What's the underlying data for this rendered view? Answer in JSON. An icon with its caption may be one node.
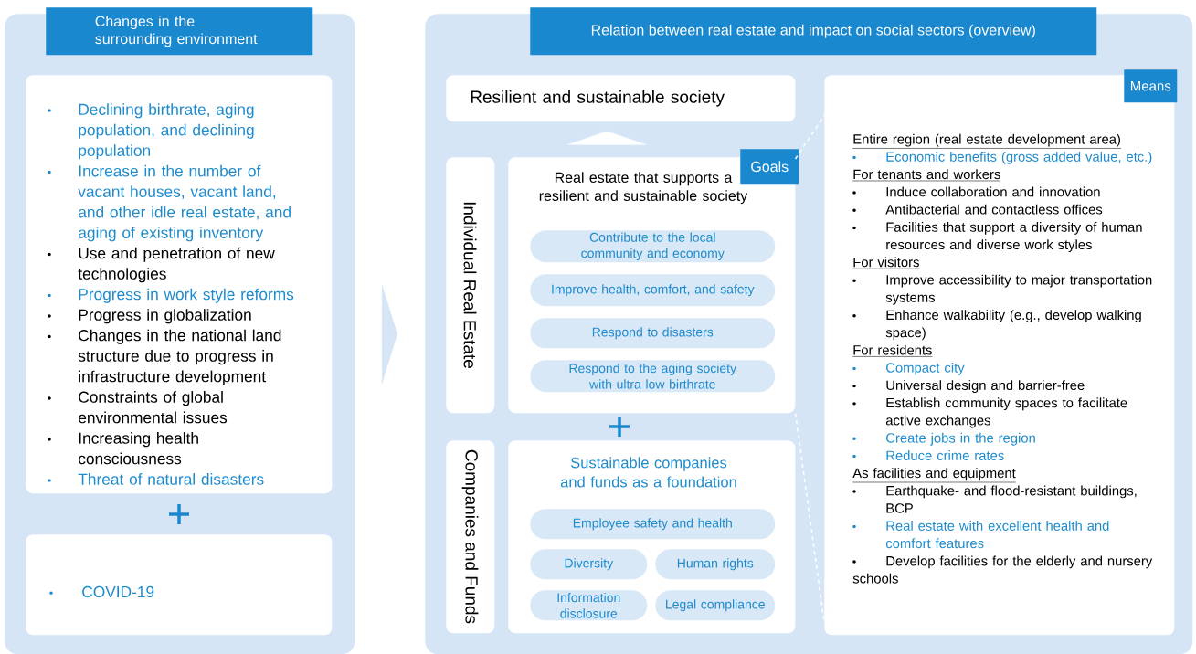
{
  "diagram": {
    "nodes": [
      {
        "text": [
          "Changes in the surrounding environment"
        ]
      },
      {
        "text": [
          "Declining birthrate, aging population, and declining population",
          "Increase in the number of vacant houses, vacant land, and other idle real estate, and aging of existing inventory",
          "Use and penetration of new technologies",
          "Progress in work style reforms",
          "Progress in globalization",
          "Changes in the national land structure due to progress in infrastructure development",
          "Constraints of global environmental issues",
          "Increasing health consciousness",
          "Threat of natural disasters"
        ],
        "in": 0
      },
      {
        "text": [
          "COVID-19"
        ],
        "in": 0
      },
      {
        "text": [
          "Relation between real estate and impact on social sectors (overview)"
        ]
      },
      {
        "text": [
          "Resilient and sustainable society"
        ],
        "in": 3
      },
      {
        "text": [
          "Individual Real Estate"
        ],
        "in": 3
      },
      {
        "text": [
          "Goals",
          "Real estate that supports a resilient and sustainable society"
        ],
        "in": 3
      },
      {
        "text": [
          "Contribute to the local community and economy"
        ],
        "in": 6
      },
      {
        "text": [
          "Improve health, comfort, and safety"
        ],
        "in": 6
      },
      {
        "text": [
          "Respond to disasters"
        ],
        "in": 6
      },
      {
        "text": [
          "Respond to the aging society with ultra low birthrate"
        ],
        "in": 6
      },
      {
        "text": [
          "Companies and Funds"
        ],
        "in": 3
      },
      {
        "text": [
          "Sustainable companies and funds as a foundation"
        ],
        "in": 3
      },
      {
        "text": [
          "Employee safety and health"
        ],
        "in": 12
      },
      {
        "text": [
          "Diversity"
        ],
        "in": 12
      },
      {
        "text": [
          "Human rights"
        ],
        "in": 12
      },
      {
        "text": [
          "Information disclosure"
        ],
        "in": 12
      },
      {
        "text": [
          "Legal compliance"
        ],
        "in": 12
      },
      {
        "text": [
          "Means",
          "Entire region (real estate development area)",
          "Economic benefits (gross added value, etc.)",
          "For tenants and workers",
          "Induce collaboration and innovation",
          "Antibacterial and contactless offices",
          "Facilities that support a diversity of human resources and diverse work styles",
          "For visitors",
          "Improve accessibility to major transportation systems",
          "Enhance walkability (e.g., develop walking space)",
          "For residents",
          "Compact city",
          "Universal design and barrier-free",
          "Establish community spaces to facilitate active exchanges",
          "Create jobs in the region",
          "Reduce crime rates",
          "As facilities and equipment",
          "Earthquake- and flood-resistant buildings, BCP",
          "Real estate with excellent health and comfort features",
          "Develop facilities for the elderly and nursery schools"
        ],
        "in": 3
      }
    ],
    "edges": [
      {
        "from": 0,
        "to": 3,
        "arrow": "to"
      },
      {
        "from": 6,
        "to": 4,
        "arrow": "to"
      },
      {
        "from": 6,
        "to": 18,
        "arrow": "none",
        "style": "dashed"
      },
      {
        "from": 6,
        "to": 18,
        "arrow": "none",
        "style": "dashed"
      }
    ]
  }
}
